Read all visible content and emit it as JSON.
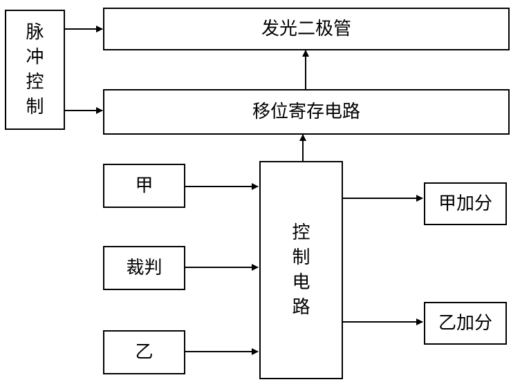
{
  "diagram": {
    "pulse_control": [
      "脉",
      "冲",
      "控",
      "制"
    ],
    "led": "发光二极管",
    "shift_register": "移位寄存电路",
    "control_circuit": [
      "控",
      "制",
      "电",
      "路"
    ],
    "player_a": "甲",
    "referee": "裁判",
    "player_b": "乙",
    "a_score": "甲加分",
    "b_score": "乙加分"
  }
}
